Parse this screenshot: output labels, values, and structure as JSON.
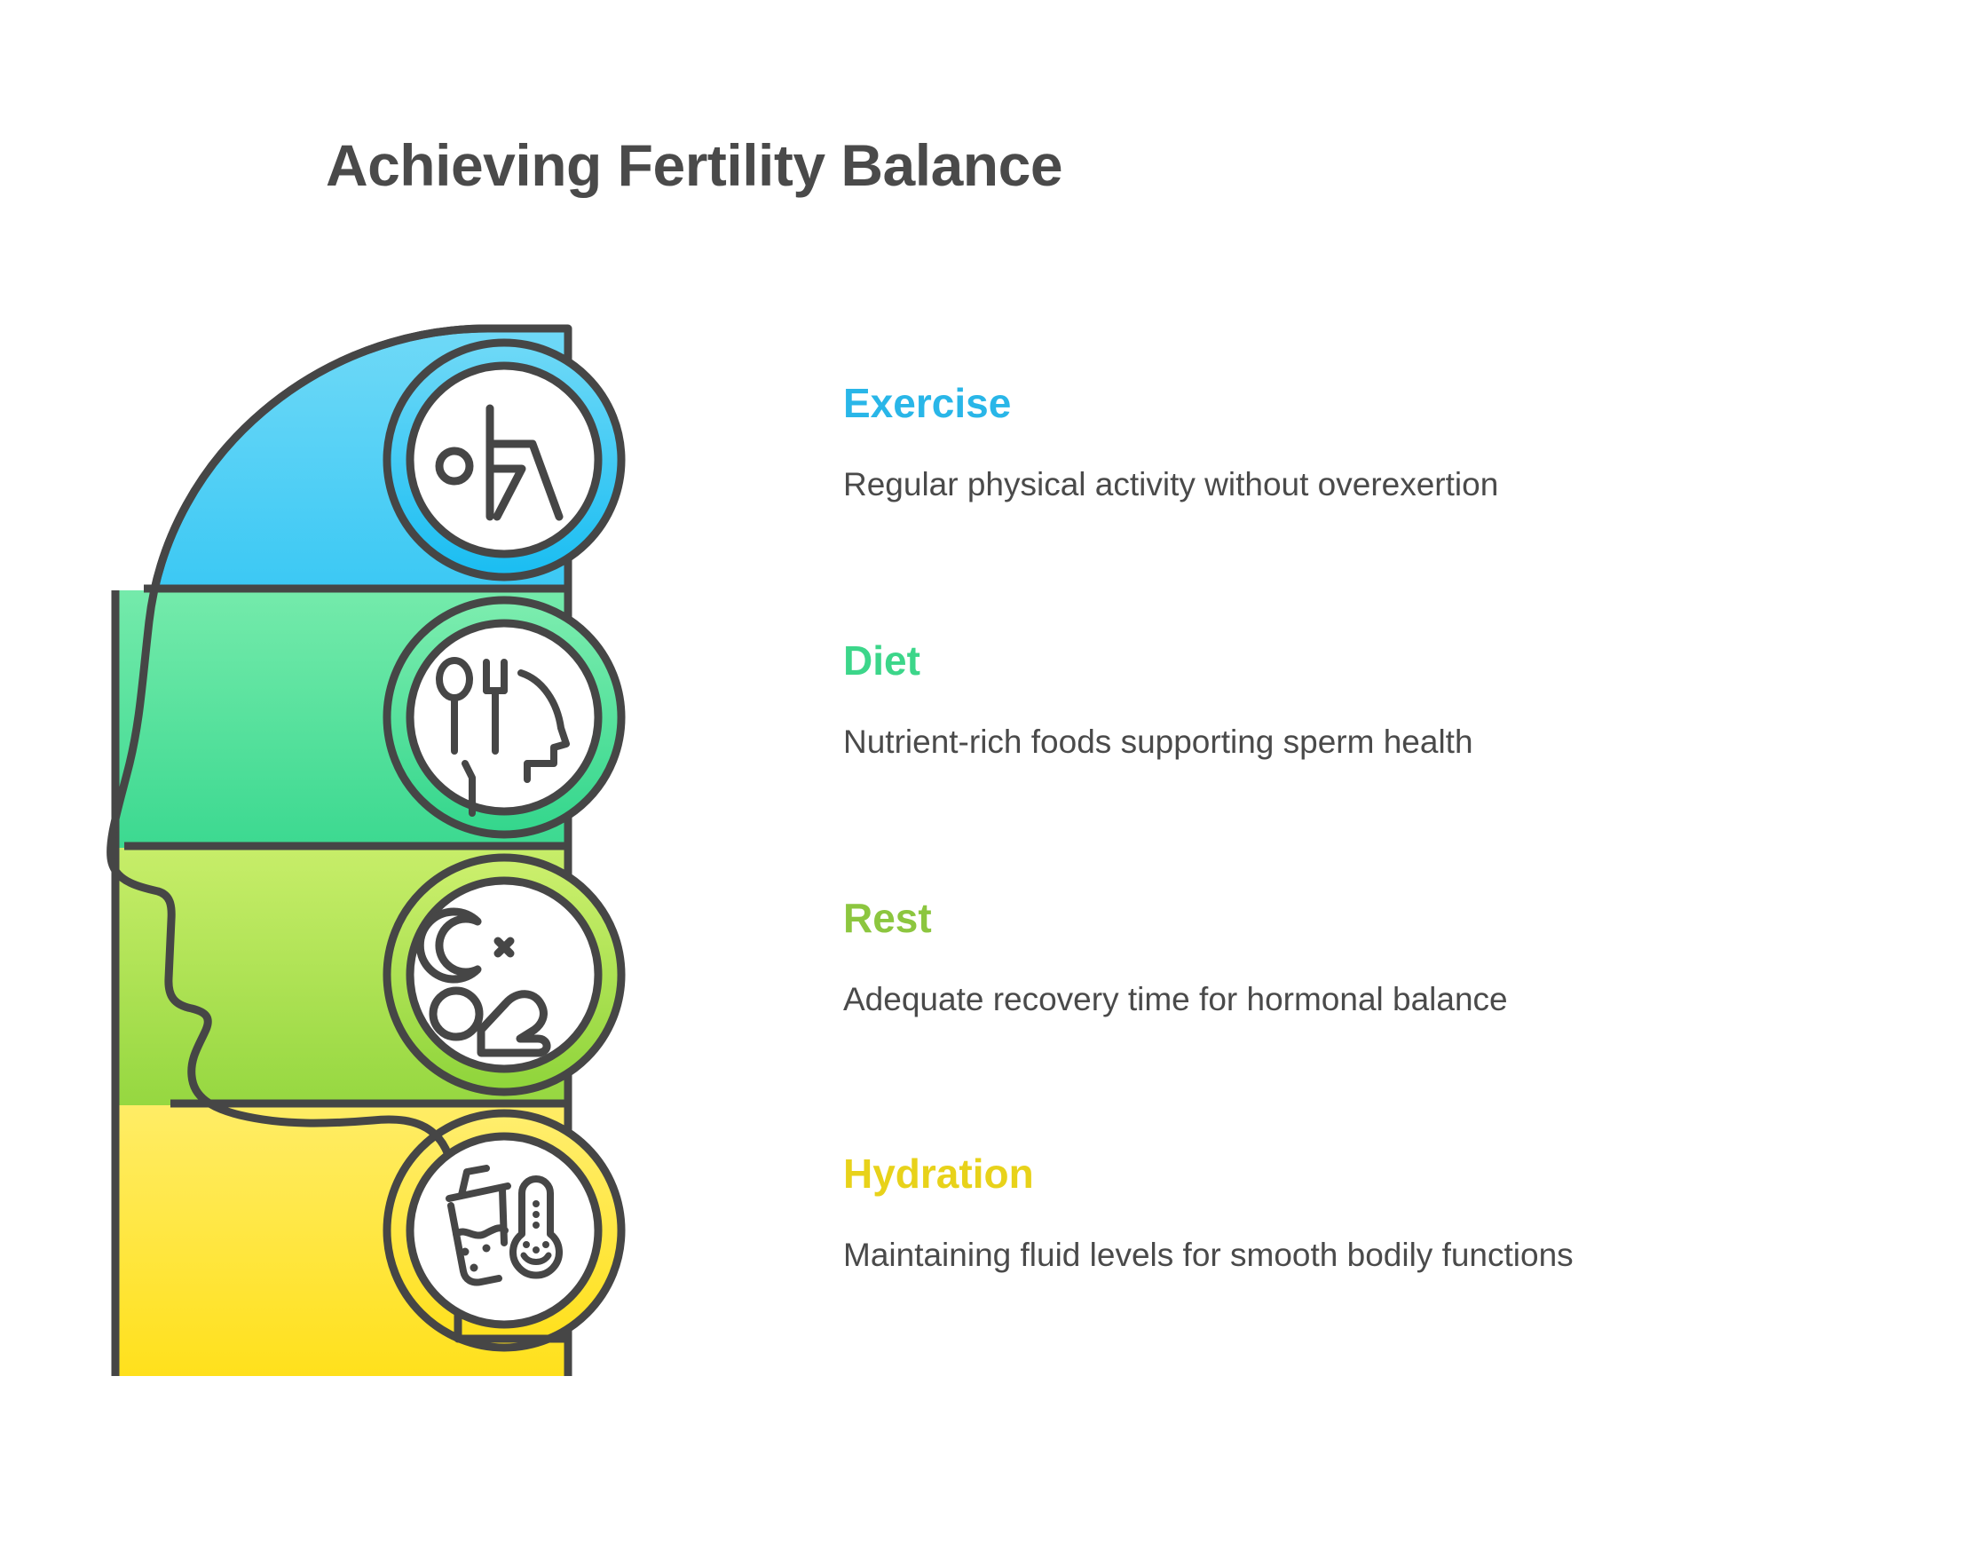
{
  "title": "Achieving Fertility Balance",
  "palette": {
    "text_dark": "#4a4a4a",
    "outline": "#464646",
    "circle_fill": "#ffffff",
    "background": "#ffffff"
  },
  "items": [
    {
      "id": "exercise",
      "title": "Exercise",
      "description": "Regular physical activity without overexertion",
      "title_color": "#29b6e8",
      "band_color_top": "#6fd9f7",
      "band_color_bottom": "#19bdf2",
      "icon": "stretching-figure-icon"
    },
    {
      "id": "diet",
      "title": "Diet",
      "description": "Nutrient-rich foods supporting sperm health",
      "title_color": "#3cd68a",
      "band_color_top": "#7dedaf",
      "band_color_bottom": "#33d68c",
      "icon": "spoon-fork-head-icon"
    },
    {
      "id": "rest",
      "title": "Rest",
      "description": "Adequate recovery time for hormonal balance",
      "title_color": "#8cc63f",
      "band_color_top": "#cdf06e",
      "band_color_bottom": "#8ed43a",
      "icon": "moon-sleeping-figure-icon"
    },
    {
      "id": "hydration",
      "title": "Hydration",
      "description": "Maintaining fluid levels for smooth bodily functions",
      "title_color": "#e8d21a",
      "band_color_top": "#ffee6e",
      "band_color_bottom": "#ffe01a",
      "icon": "drink-thermometer-icon"
    }
  ]
}
